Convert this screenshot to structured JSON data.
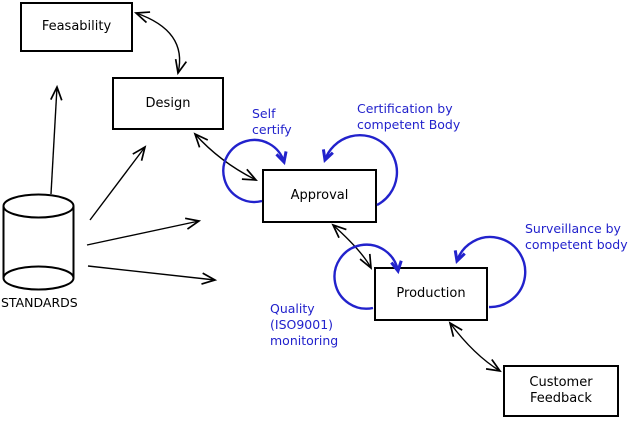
{
  "nodes": {
    "feasability": {
      "label": "Feasability"
    },
    "design": {
      "label": "Design"
    },
    "approval": {
      "label": "Approval"
    },
    "production": {
      "label": "Production"
    },
    "customer_feedback": {
      "line1": "Customer",
      "line2": "Feedback"
    }
  },
  "datastore": {
    "label": "STANDARDS"
  },
  "annotations": {
    "self_certify": {
      "line1": "Self",
      "line2": "certify"
    },
    "certification": {
      "line1": "Certification by",
      "line2": "competent Body"
    },
    "surveillance": {
      "line1": "Surveillance by",
      "line2": "competent body"
    },
    "quality": {
      "line1": "Quality",
      "line2": "(ISO9001)",
      "line3": "monitoring"
    }
  },
  "colors": {
    "stroke": "#000000",
    "annotation_blue": "#2222cc",
    "background": "#ffffff",
    "node_fill": "#ffffff"
  }
}
